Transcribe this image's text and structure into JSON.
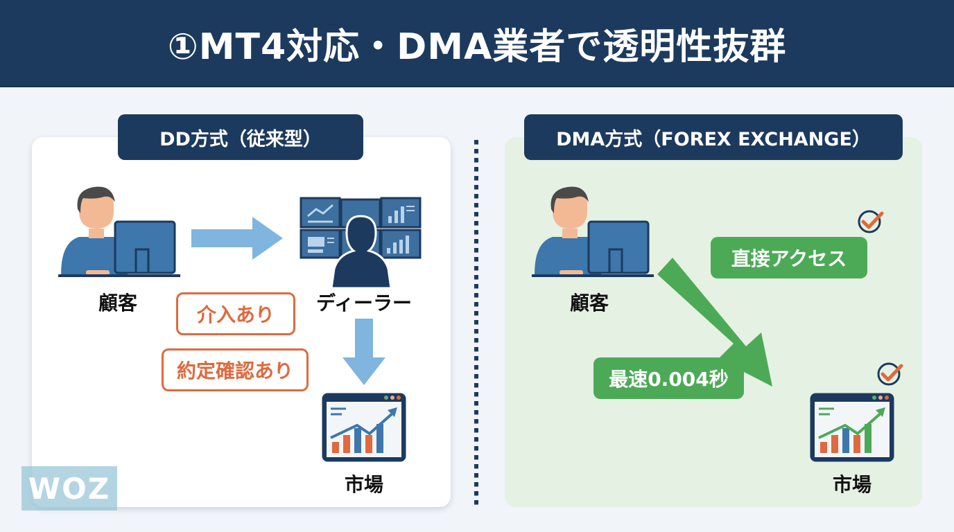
{
  "header": {
    "title": "①MT4対応・DMA業者で透明性抜群"
  },
  "left_panel": {
    "title": "DD方式（従来型）",
    "nodes": {
      "customer": "顧客",
      "dealer": "ディーラー",
      "market": "市場"
    },
    "tags": [
      "介入あり",
      "約定確認あり"
    ],
    "colors": {
      "accent": "#e0693d",
      "arrow": "#7fb5de"
    }
  },
  "right_panel": {
    "title": "DMA方式（FOREX EXCHANGE）",
    "nodes": {
      "customer": "顧客",
      "market": "市場"
    },
    "tags": [
      "直接アクセス",
      "最速0.004秒"
    ],
    "colors": {
      "accent": "#4caa57",
      "check": "#e0693d"
    }
  },
  "watermark": "WOZ",
  "icons": {
    "customer": "person-at-computer-icon",
    "dealer": "dealer-with-monitors-icon",
    "market": "market-chart-window-icon",
    "check": "check-circle-icon",
    "arrow": "arrow-icon"
  }
}
